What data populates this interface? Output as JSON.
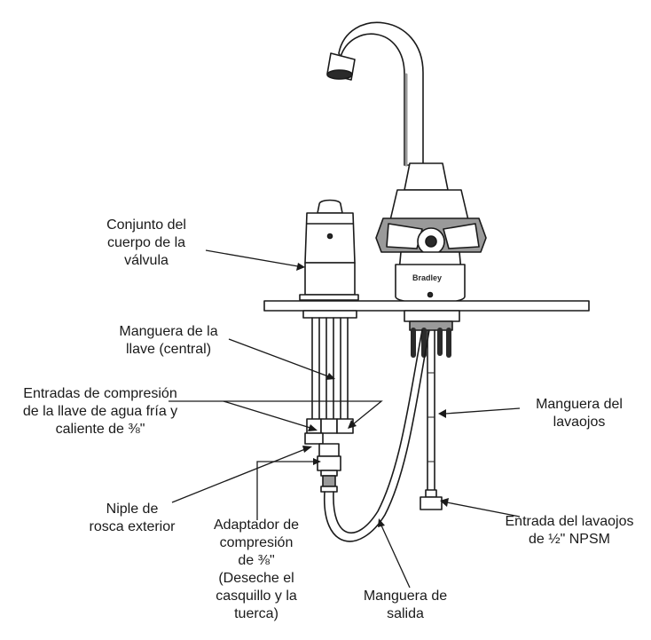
{
  "labels": {
    "valve_body": "Conjunto del\ncuerpo de la\nválvula",
    "faucet_hose": "Manguera de la\nllave (central)",
    "compression_inlets": "Entradas de compresión\nde la llave de agua fría y\ncaliente de ⅜\"",
    "eyewash_hose": "Manguera del\nlavaojos",
    "nipple": "Niple de\nrosca exterior",
    "adapter": "Adaptador de\ncompresión\nde ⅜\"\n(Deseche el\ncasquillo y la\ntuerca)",
    "eyewash_inlet": "Entrada del lavaojos\nde ½\" NPSM",
    "outlet_hose": "Manguera de\nsalida"
  },
  "brand_mark": "Bradley",
  "colors": {
    "line": "#1a1a1a",
    "fill": "#ffffff",
    "shade": "#9a9a9a",
    "dark": "#2a2a2a"
  }
}
